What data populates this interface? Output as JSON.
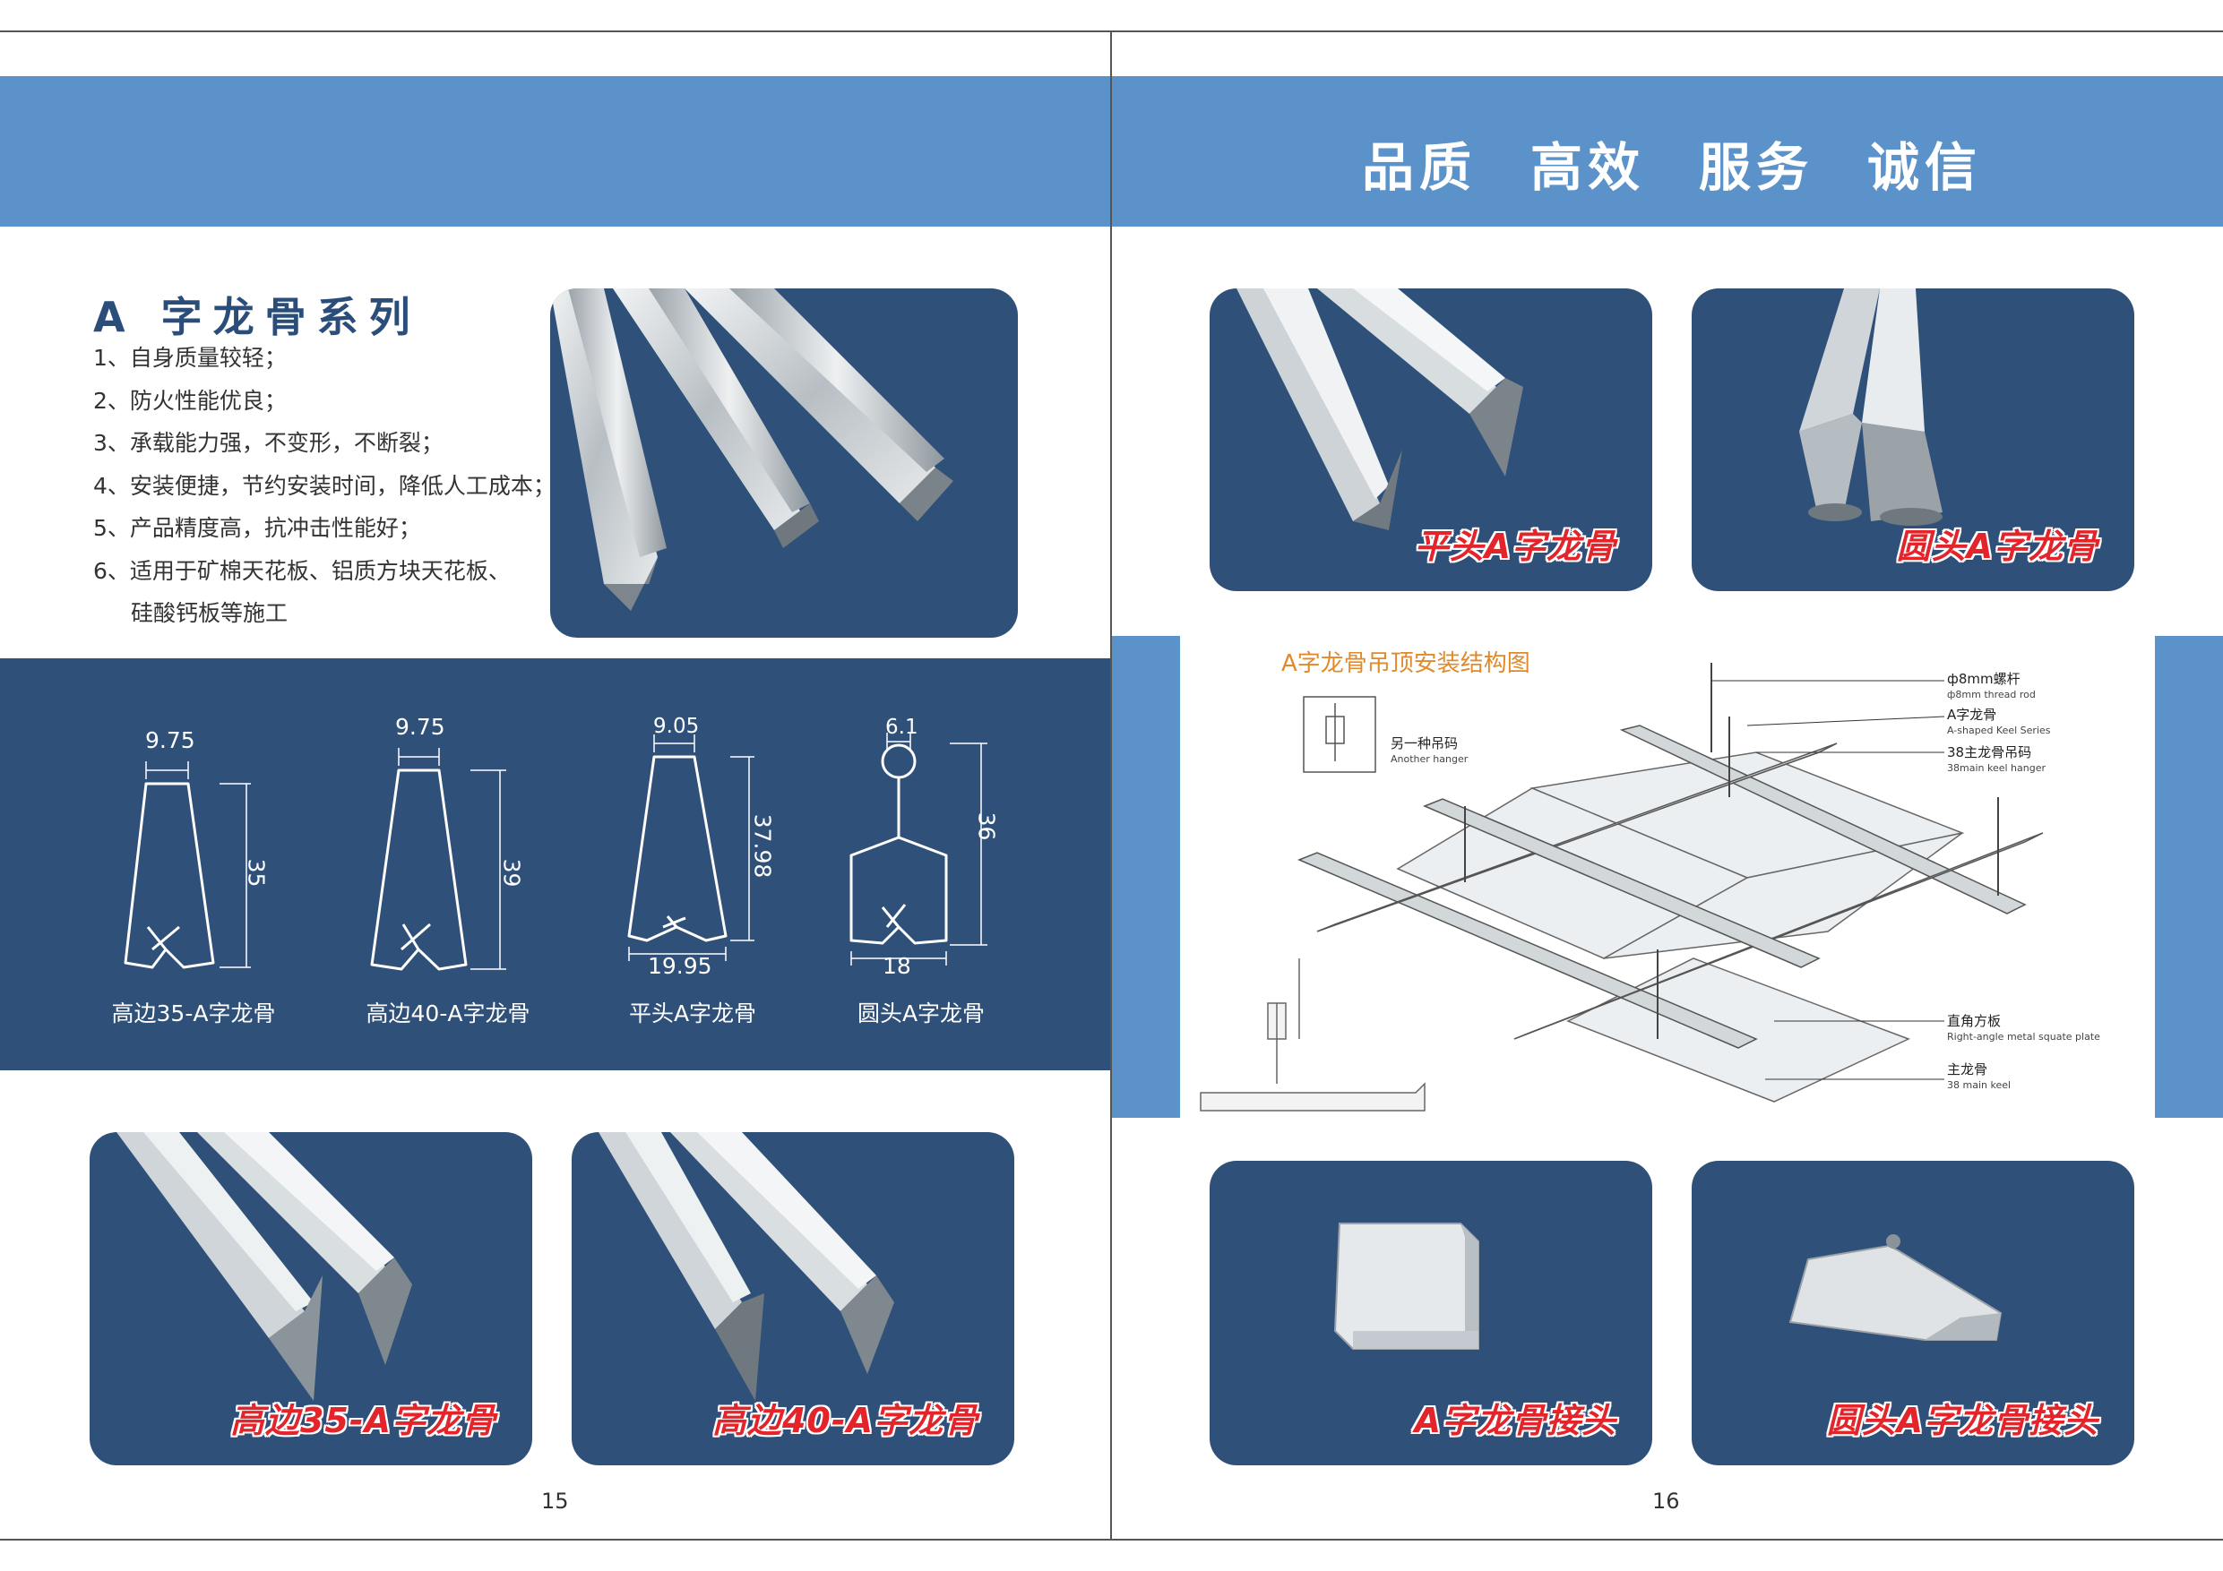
{
  "header": {
    "slogans": [
      "品质",
      "高效",
      "服务",
      "诚信"
    ]
  },
  "left_page": {
    "title": "A 字龙骨系列",
    "features": [
      "1、自身质量较轻；",
      "2、防火性能优良；",
      "3、承载能力强，不变形，不断裂；",
      "4、安装便捷，节约安装时间，降低人工成本；",
      "5、产品精度高，抗冲击性能好；",
      "6、适用于矿棉天花板、铝质方块天花板、",
      "硅酸钙板等施工"
    ],
    "profiles": [
      {
        "caption": "高边35-A字龙骨",
        "top_width": "9.75",
        "height": "35"
      },
      {
        "caption": "高边40-A字龙骨",
        "top_width": "9.75",
        "height": "39"
      },
      {
        "caption": "平头A字龙骨",
        "top_width": "9.05",
        "height": "37.98",
        "bottom_width": "19.95"
      },
      {
        "caption": "圆头A字龙骨",
        "top_width": "6.1",
        "height": "36",
        "bottom_width": "18"
      }
    ],
    "photos": [
      {
        "label": "高边35-A字龙骨"
      },
      {
        "label": "高边40-A字龙骨"
      }
    ],
    "page_number": "15"
  },
  "right_page": {
    "photos_top": [
      {
        "label": "平头A字龙骨"
      },
      {
        "label": "圆头A字龙骨"
      }
    ],
    "diagram": {
      "title": "A字龙骨吊顶安装结构图",
      "inset_label_cn": "另一种吊码",
      "inset_label_en": "Another hanger",
      "callouts": [
        {
          "cn": "ф8mm螺杆",
          "en": "ф8mm thread rod"
        },
        {
          "cn": "A字龙骨",
          "en": "A-shaped Keel Series"
        },
        {
          "cn": "38主龙骨吊码",
          "en": "38main keel hanger"
        },
        {
          "cn": "直角方板",
          "en": "Right-angle metal squate plate"
        },
        {
          "cn": "主龙骨",
          "en": "38 main keel"
        }
      ]
    },
    "photos_bottom": [
      {
        "label": "A字龙骨接头"
      },
      {
        "label": "圆头A字龙骨接头"
      }
    ],
    "page_number": "16"
  },
  "colors": {
    "band_light": "#5b92c9",
    "band_dark": "#2f5079",
    "label_red": "#e3242b",
    "title_blue": "#2a4d7a",
    "diagram_title": "#e08a2b"
  }
}
